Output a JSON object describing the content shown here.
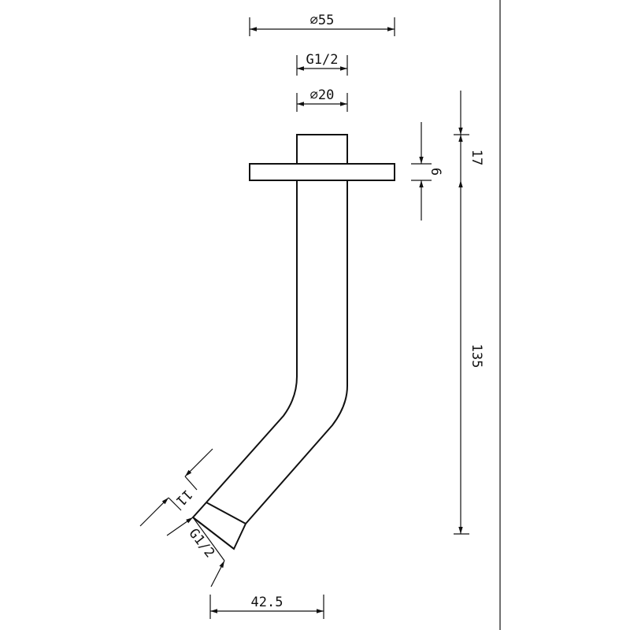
{
  "drawing": {
    "dimensions": {
      "flange_diameter": "⌀55",
      "top_thread": "G1/2",
      "pipe_diameter": "⌀20",
      "top_height": "17",
      "flange_thickness": "6",
      "arm_length": "135",
      "outlet_thread_length": "11",
      "outlet_thread": "G1/2",
      "horizontal_offset": "42.5"
    },
    "colors": {
      "line": "#111111",
      "background": "#ffffff"
    }
  }
}
